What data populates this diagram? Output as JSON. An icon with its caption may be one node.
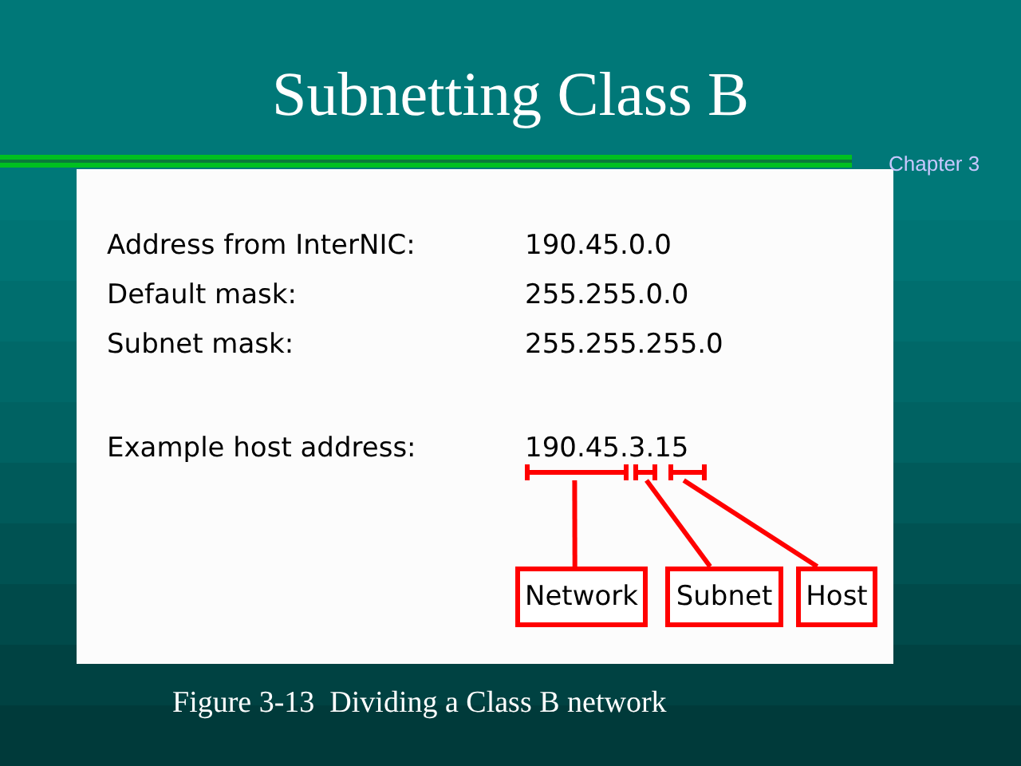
{
  "diagram": {
    "title": "Subnetting Class B",
    "caption": "Figure 3-13  Dividing a Class B network",
    "nodes": [
      {
        "text": [
          "Network"
        ]
      },
      {
        "text": [
          "Subnet"
        ]
      },
      {
        "text": [
          "Host"
        ]
      },
      {
        "text": [],
        "shape": "bracket"
      },
      {
        "text": [],
        "shape": "bracket"
      },
      {
        "text": [],
        "shape": "bracket"
      }
    ],
    "edges": [
      {
        "from": 0,
        "to": 3,
        "arrow": "none"
      },
      {
        "from": 1,
        "to": 4,
        "arrow": "none"
      },
      {
        "from": 2,
        "to": 5,
        "arrow": "none"
      }
    ],
    "labels": [
      "Chapter 3",
      "Address from InterNIC:",
      "190.45.0.0",
      "Default mask:",
      "255.255.0.0",
      "Subnet mask:",
      "255.255.255.0",
      "Example host address:",
      "190.45.3.15"
    ]
  }
}
